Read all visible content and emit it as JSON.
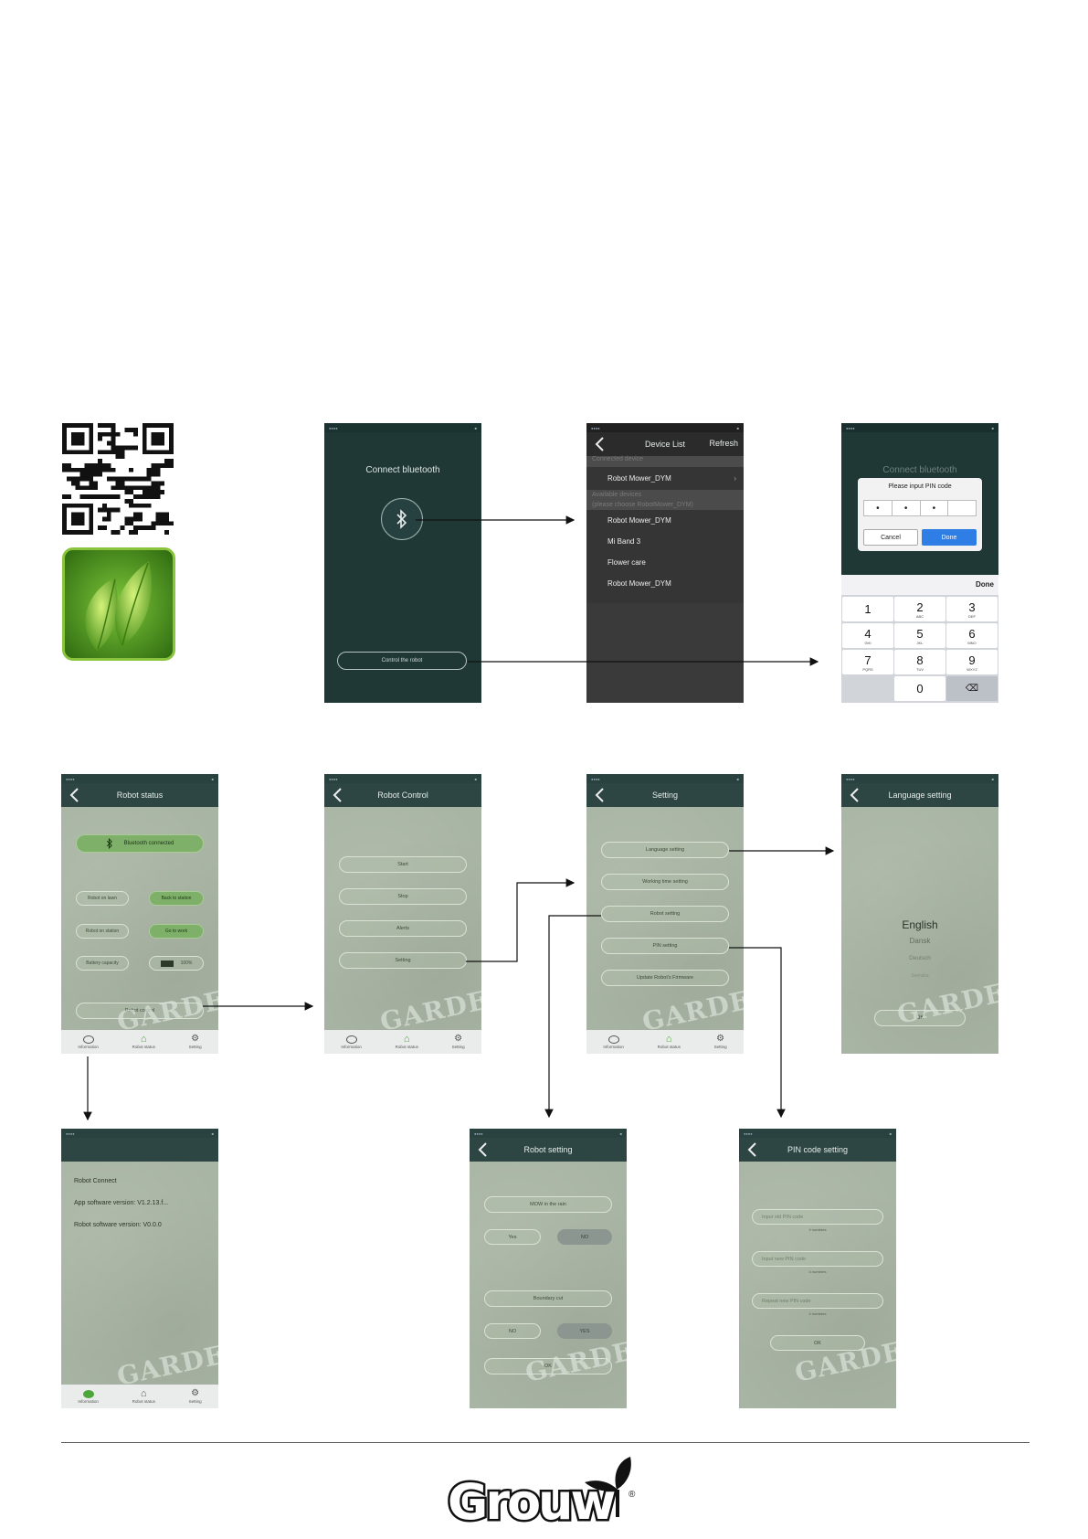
{
  "app_icon_colors": {
    "leaf": "#6cbf2a",
    "border": "#8ac43c"
  },
  "screens": {
    "connect": {
      "title": "Connect bluetooth",
      "control_button": "Control the robot"
    },
    "device_list": {
      "title": "Device List",
      "refresh": "Refresh",
      "connected_header": "Connected device",
      "connected_device": "Robot Mower_DYM",
      "available_header_1": "Available devices",
      "available_header_2": "(please choose RobotMower_DYM)",
      "devices": [
        "Robot Mower_DYM",
        "Mi Band 3",
        "Flower care",
        "Robot Mower_DYM"
      ]
    },
    "pin_dialog": {
      "bg_title": "Connect bluetooth",
      "prompt": "Please input PIN code",
      "digits": [
        "•",
        "•",
        "•",
        ""
      ],
      "cancel": "Cancel",
      "done": "Done",
      "keyboard_done": "Done",
      "keys": [
        {
          "n": "1",
          "l": ""
        },
        {
          "n": "2",
          "l": "ABC"
        },
        {
          "n": "3",
          "l": "DEF"
        },
        {
          "n": "4",
          "l": "GHI"
        },
        {
          "n": "5",
          "l": "JKL"
        },
        {
          "n": "6",
          "l": "MNO"
        },
        {
          "n": "7",
          "l": "PQRS"
        },
        {
          "n": "8",
          "l": "TUV"
        },
        {
          "n": "9",
          "l": "WXYZ"
        }
      ],
      "zero": "0",
      "backspace": "⌫"
    },
    "robot_status": {
      "title": "Robot status",
      "bluetooth": "Bluetooth connected",
      "on_lawn": "Robot on lawn",
      "back_to_station": "Back to station",
      "on_station": "Robot on station",
      "go_to_work": "Go to work",
      "battery": "Battery capacity",
      "battery_value": "100%",
      "control": "Robot control"
    },
    "robot_control": {
      "title": "Robot Control",
      "buttons": [
        "Start",
        "Stop",
        "Alerts",
        "Setting"
      ]
    },
    "setting": {
      "title": "Setting",
      "buttons": [
        "Language setting",
        "Working time setting",
        "Robot setting",
        "PIN setting",
        "Update Robot's Firmware"
      ]
    },
    "language": {
      "title": "Language setting",
      "options": [
        "English",
        "Dansk",
        "Deutsch",
        "Svenska"
      ],
      "ok": "OK"
    },
    "information": {
      "lines": [
        "Robot Connect",
        "App software version: V1.2.13.f...",
        "Robot software version: V0.0.0"
      ]
    },
    "robot_setting": {
      "title": "Robot setting",
      "mow_rain": "MOW in the rain",
      "yes": "Yes",
      "no": "NO",
      "boundary": "Boundary cut",
      "yes2": "NO",
      "no2": "YES",
      "ok": "OK"
    },
    "pin_setting": {
      "title": "PIN code setting",
      "fields": [
        {
          "placeholder": "Input old PIN code",
          "hint": "4 numbers"
        },
        {
          "placeholder": "Input new PIN code",
          "hint": "4 numbers"
        },
        {
          "placeholder": "Repeat new PIN code",
          "hint": "4 numbers"
        }
      ],
      "ok": "OK"
    },
    "tabbar": {
      "info": "Information",
      "status": "Robot status",
      "setting": "Setting"
    },
    "watermark": "GARDEN"
  },
  "footer": {
    "brand": "Grouw",
    "registered": "®"
  }
}
